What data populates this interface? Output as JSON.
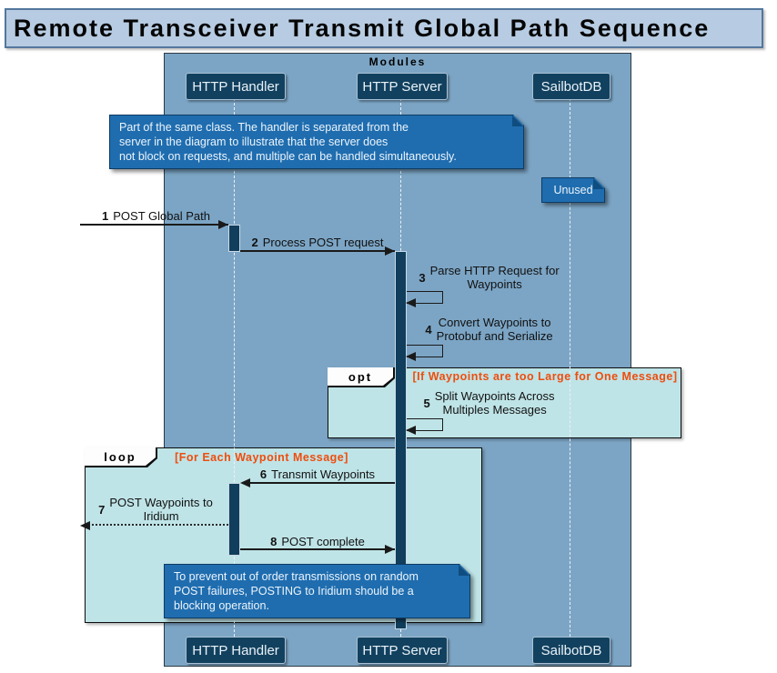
{
  "title": "Remote Transceiver Transmit Global Path Sequence",
  "frame": {
    "label": "Modules"
  },
  "participants": [
    {
      "name": "HTTP Handler"
    },
    {
      "name": "HTTP Server"
    },
    {
      "name": "SailbotDB"
    }
  ],
  "fragments": [
    {
      "operator": "opt",
      "guard": "[If Waypoints are too Large for One Message]"
    },
    {
      "operator": "loop",
      "guard": "[For Each Waypoint Message]"
    }
  ],
  "notes": {
    "class_note": "Part of the same class. The handler is separated from the\nserver in the diagram to illustrate that the server does\nnot block on requests, and multiple can be handled simultaneously.",
    "unused": "Unused",
    "blocking": "To prevent out of order transmissions on random\nPOST failures, POSTING to Iridium should be a\nblocking operation."
  },
  "messages": [
    {
      "num": "1",
      "label": "POST Global Path"
    },
    {
      "num": "2",
      "label": "Process POST request"
    },
    {
      "num": "3",
      "label": "Parse HTTP Request for\nWaypoints"
    },
    {
      "num": "4",
      "label": "Convert Waypoints to\nProtobuf and Serialize"
    },
    {
      "num": "5",
      "label": "Split Waypoints Across\nMultiples Messages"
    },
    {
      "num": "6",
      "label": "Transmit Waypoints"
    },
    {
      "num": "7",
      "label": "POST Waypoints to\nIridium"
    },
    {
      "num": "8",
      "label": "POST complete"
    }
  ],
  "colors": {
    "title_bg": "#B7CCE2",
    "title_border": "#54779D",
    "modules_bg": "#7CA5C5",
    "participant_bg": "#12415F",
    "participant_text": "#E9F2F8",
    "note_bg": "#1F6DAF",
    "fragment_bg": "#BFE4E7",
    "guard_text": "#EE4D0D",
    "activation_bg": "#113E5C",
    "arrow": "#1A1A1A"
  }
}
